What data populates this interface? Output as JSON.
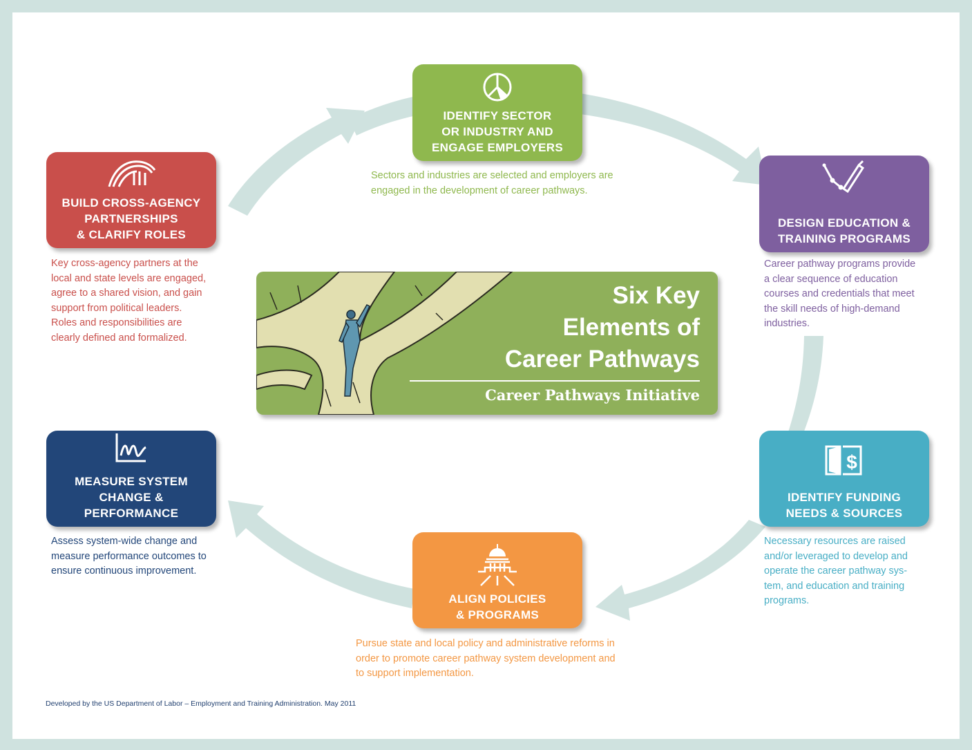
{
  "colors": {
    "background": "#cfe2df",
    "cycle_arrow": "#cfe2df",
    "green": "#8fb84e",
    "red": "#c94f4b",
    "purple": "#7e5f9f",
    "navy": "#224679",
    "teal": "#48aec5",
    "orange": "#f39743"
  },
  "center": {
    "title": "Six Key\nElements of\nCareer Pathways",
    "subtitle": "Career Pathways Initiative"
  },
  "elements": [
    {
      "key": "sector",
      "icon": "pie-chart-icon",
      "title": "IDENTIFY SECTOR\nOR INDUSTRY AND\nENGAGE EMPLOYERS",
      "description": "Sectors and industries are selected and employers are\nengaged in the development of career pathways."
    },
    {
      "key": "design",
      "icon": "compass-pen-icon",
      "title": "DESIGN EDUCATION &\nTRAINING PROGRAMS",
      "description": "Career pathway programs provide\na clear sequence of education\ncourses and credentials that meet\nthe skill needs of high-demand\nindustries."
    },
    {
      "key": "funding",
      "icon": "door-dollar-icon",
      "title": "IDENTIFY FUNDING\nNEEDS & SOURCES",
      "description": "Necessary resources are raised\nand/or leveraged to develop and\noperate the career pathway sys-\ntem, and education and training\nprograms."
    },
    {
      "key": "policies",
      "icon": "capitol-icon",
      "title": "ALIGN POLICIES\n& PROGRAMS",
      "description": "Pursue state and local policy and administrative reforms in\norder to promote career pathway system development and\nto support implementation."
    },
    {
      "key": "measure",
      "icon": "line-chart-icon",
      "title": "MEASURE SYSTEM\nCHANGE &\nPERFORMANCE",
      "description": "Assess system-wide change and\nmeasure performance outcomes to\nensure continuous improvement."
    },
    {
      "key": "partnerships",
      "icon": "bridge-icon",
      "title": "BUILD CROSS-AGENCY\nPARTNERSHIPS\n& CLARIFY ROLES",
      "description": "Key cross-agency partners at the\nlocal and state levels are engaged,\nagree to a shared vision, and gain\nsupport from political leaders.\nRoles and responsibilities are\nclearly defined and formalized."
    }
  ],
  "footer": "Developed by the US Department of Labor – Employment and Training Administration. May 2011"
}
